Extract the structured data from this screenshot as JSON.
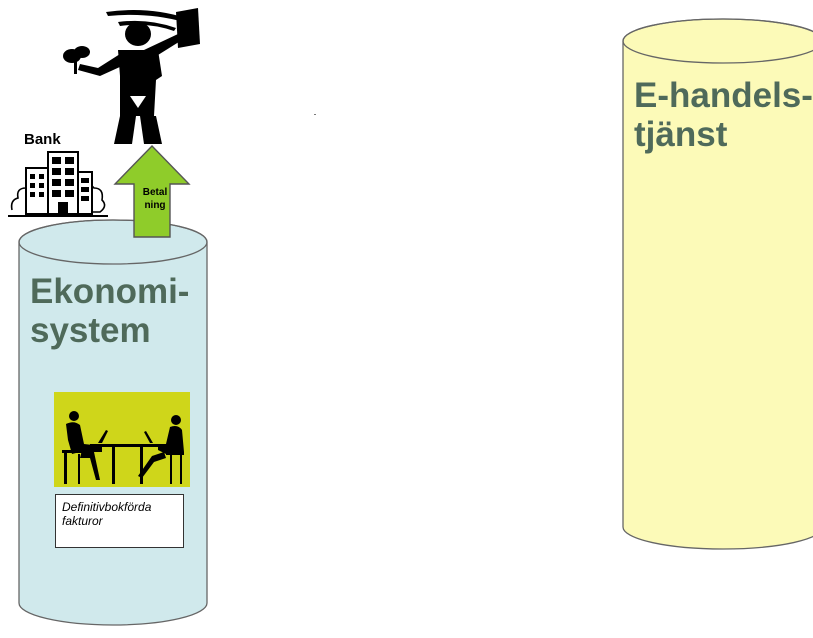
{
  "economy_system": {
    "title": "Ekonomi-\nsystem",
    "fill": "#d0e9ec",
    "document_label": "Definitivbokförda\nfakturor"
  },
  "ecommerce_service": {
    "title": "E-handels-\ntjänst",
    "fill": "#fcfab8"
  },
  "bank": {
    "label": "Bank"
  },
  "payment_arrow": {
    "label": "Betal\nning",
    "fill": "#8fcc2a"
  },
  "colors": {
    "title_text": "#4f6a5a",
    "outline": "#555555",
    "photo_background": "#cfd61a"
  },
  "icons": [
    "person-with-paper-icon",
    "bank-building-icon",
    "meeting-silhouette-photo"
  ]
}
